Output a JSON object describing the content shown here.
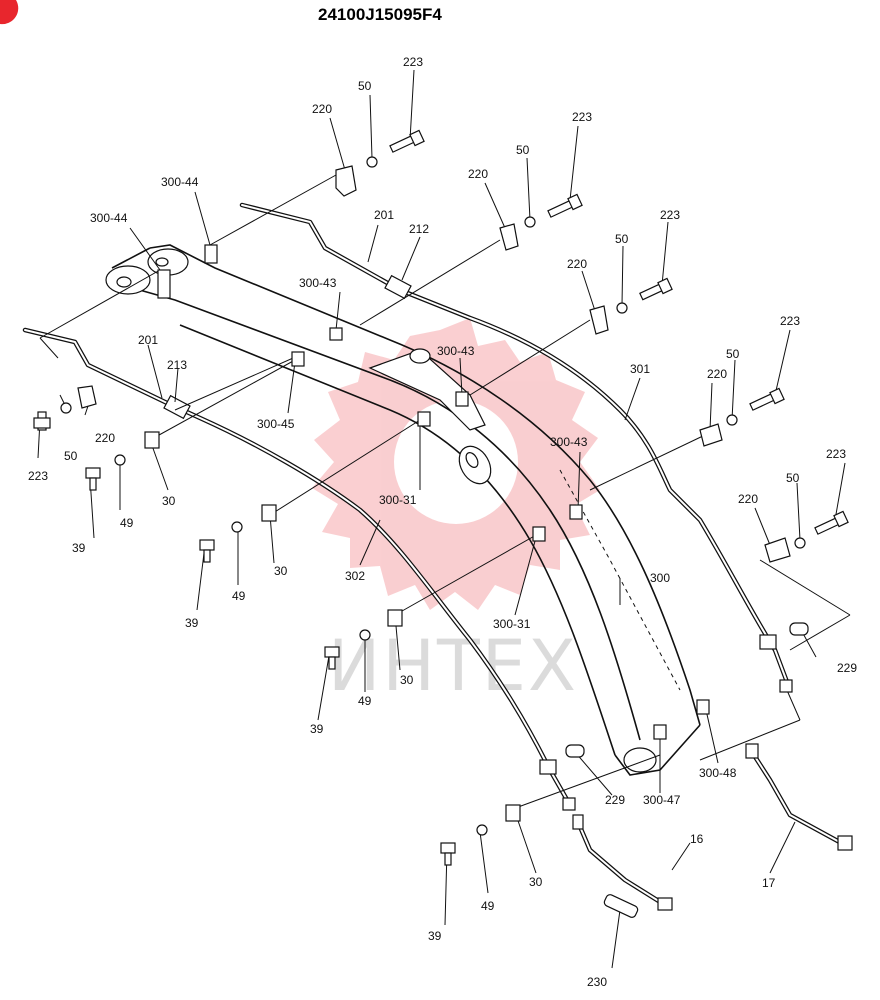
{
  "diagram": {
    "part_number": "24100J15095F4",
    "watermark": "ИНТЕХ",
    "watermark_color": "#e8262d",
    "callouts": [
      {
        "id": "c01",
        "text": "223"
      },
      {
        "id": "c02",
        "text": "50"
      },
      {
        "id": "c03",
        "text": "220"
      },
      {
        "id": "c04",
        "text": "223"
      },
      {
        "id": "c05",
        "text": "50"
      },
      {
        "id": "c06",
        "text": "220"
      },
      {
        "id": "c07",
        "text": "300-44"
      },
      {
        "id": "c08",
        "text": "201"
      },
      {
        "id": "c09",
        "text": "212"
      },
      {
        "id": "c10",
        "text": "223"
      },
      {
        "id": "c11",
        "text": "50"
      },
      {
        "id": "c12",
        "text": "300-44"
      },
      {
        "id": "c13",
        "text": "220"
      },
      {
        "id": "c14",
        "text": "300-43"
      },
      {
        "id": "c15",
        "text": "223"
      },
      {
        "id": "c16",
        "text": "300-43"
      },
      {
        "id": "c17",
        "text": "201"
      },
      {
        "id": "c18",
        "text": "213"
      },
      {
        "id": "c19",
        "text": "50"
      },
      {
        "id": "c20",
        "text": "301"
      },
      {
        "id": "c21",
        "text": "220"
      },
      {
        "id": "c22",
        "text": "223"
      },
      {
        "id": "c23",
        "text": "220"
      },
      {
        "id": "c24",
        "text": "300-45"
      },
      {
        "id": "c25",
        "text": "50"
      },
      {
        "id": "c26",
        "text": "300-43"
      },
      {
        "id": "c27",
        "text": "223"
      },
      {
        "id": "c28",
        "text": "223"
      },
      {
        "id": "c29",
        "text": "49"
      },
      {
        "id": "c30",
        "text": "30"
      },
      {
        "id": "c31",
        "text": "50"
      },
      {
        "id": "c32",
        "text": "300-31"
      },
      {
        "id": "c33",
        "text": "220"
      },
      {
        "id": "c34",
        "text": "39"
      },
      {
        "id": "c35",
        "text": "30"
      },
      {
        "id": "c36",
        "text": "302"
      },
      {
        "id": "c37",
        "text": "300"
      },
      {
        "id": "c38",
        "text": "49"
      },
      {
        "id": "c39",
        "text": "39"
      },
      {
        "id": "c40",
        "text": "300-31"
      },
      {
        "id": "c41",
        "text": "229"
      },
      {
        "id": "c42",
        "text": "30"
      },
      {
        "id": "c43",
        "text": "49"
      },
      {
        "id": "c44",
        "text": "39"
      },
      {
        "id": "c45",
        "text": "300-48"
      },
      {
        "id": "c46",
        "text": "229"
      },
      {
        "id": "c47",
        "text": "300-47"
      },
      {
        "id": "c48",
        "text": "16"
      },
      {
        "id": "c49",
        "text": "30"
      },
      {
        "id": "c50",
        "text": "17"
      },
      {
        "id": "c51",
        "text": "49"
      },
      {
        "id": "c52",
        "text": "39"
      },
      {
        "id": "c53",
        "text": "230"
      }
    ]
  }
}
